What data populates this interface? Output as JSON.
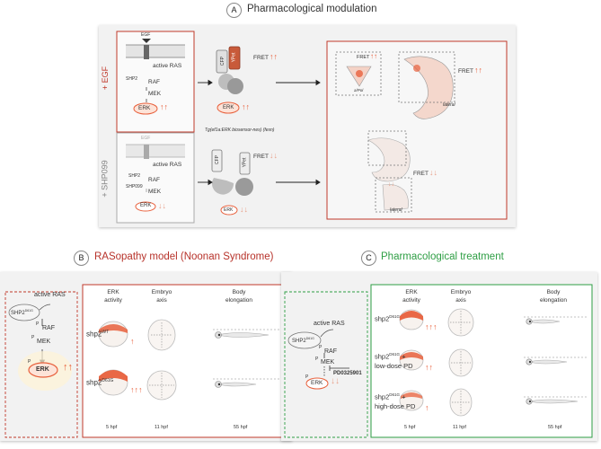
{
  "colors": {
    "red": "#c0392b",
    "green": "#2e9e44",
    "orange": "#e8603c",
    "panel_bg": "#f2f2f2",
    "grey": "#999999"
  },
  "panel_a": {
    "badge": "A",
    "title": "Pharmacological modulation",
    "egf_label": "+ EGF",
    "shp_label": "+ SHP099",
    "egf_top": "EGF",
    "egf_bottom": "EGF",
    "active_ras_1": "active RAS",
    "active_ras_2": "active RAS",
    "shp2_1": "SHP2",
    "shp2_2": "SHP2",
    "shp099": "SHP099",
    "raf_1": "RAF",
    "raf_2": "RAF",
    "mek_1": "MEK",
    "mek_2": "MEK",
    "erk_1": "ERK",
    "erk_2": "ERK",
    "erk_3": "ERK",
    "erk_4": "ERK",
    "cfp_1": "CFP",
    "cfp_2": "CFP",
    "ypet_1": "YPet",
    "ypet_2": "YPet",
    "fret_1": "FRET",
    "fret_2": "FRET",
    "fret_3": "FRET",
    "fret_4": "FRET",
    "fret_5": "FRET",
    "biosensor": "Tg(ef1a:ERK biosensor-nes) (fesn)",
    "view_1": "a/Pol",
    "view_2": "lateral",
    "view_3": "lateral",
    "up_arrows": "↑↑",
    "down_arrows": "↓↓",
    "p": "P"
  },
  "panel_b": {
    "badge": "B",
    "title": "RASopathy model (Noonan Syndrome)",
    "active_ras": "active RAS",
    "shp2": "SHP2",
    "shp2_sup": "D61G",
    "raf": "RAF",
    "mek": "MEK",
    "erk": "ERK",
    "erk_arrows": "↑↑",
    "col1": "ERK activity",
    "col2": "Embryo axis",
    "col3": "Body elongation",
    "row1_base": "shp2",
    "row1_sup": "WT",
    "row1_arrow": "↑",
    "row2_base": "shp2",
    "row2_sup": "D61G",
    "row2_arrow": "↑↑↑",
    "time1": "5 hpf",
    "time2": "11 hpf",
    "time3": "55 hpf",
    "p": "P"
  },
  "panel_c": {
    "badge": "C",
    "title": "Pharmacological treatment",
    "active_ras": "active RAS",
    "shp2": "SHP2",
    "shp2_sup": "D61G",
    "raf": "RAF",
    "mek": "MEK",
    "erk": "ERK",
    "erk_arrows": "↓↓",
    "inhibitor": "PD0325901",
    "col1": "ERK activity",
    "col2": "Embryo axis",
    "col3": "Body elongation",
    "row1_base": "shp2",
    "row1_sup": "D61G",
    "row1_arrow": "↑↑↑",
    "row2_base": "shp2",
    "row2_sup": "D61G",
    "row2_suffix": " +",
    "row2_line2": "low-dose PD",
    "row2_arrow": "↑↑",
    "row3_base": "shp2",
    "row3_sup": "D61G",
    "row3_suffix": " +",
    "row3_line2": "high-dose PD",
    "row3_arrow": "↑",
    "time1": "5 hpf",
    "time2": "11 hpf",
    "time3": "55 hpf",
    "p": "P"
  }
}
